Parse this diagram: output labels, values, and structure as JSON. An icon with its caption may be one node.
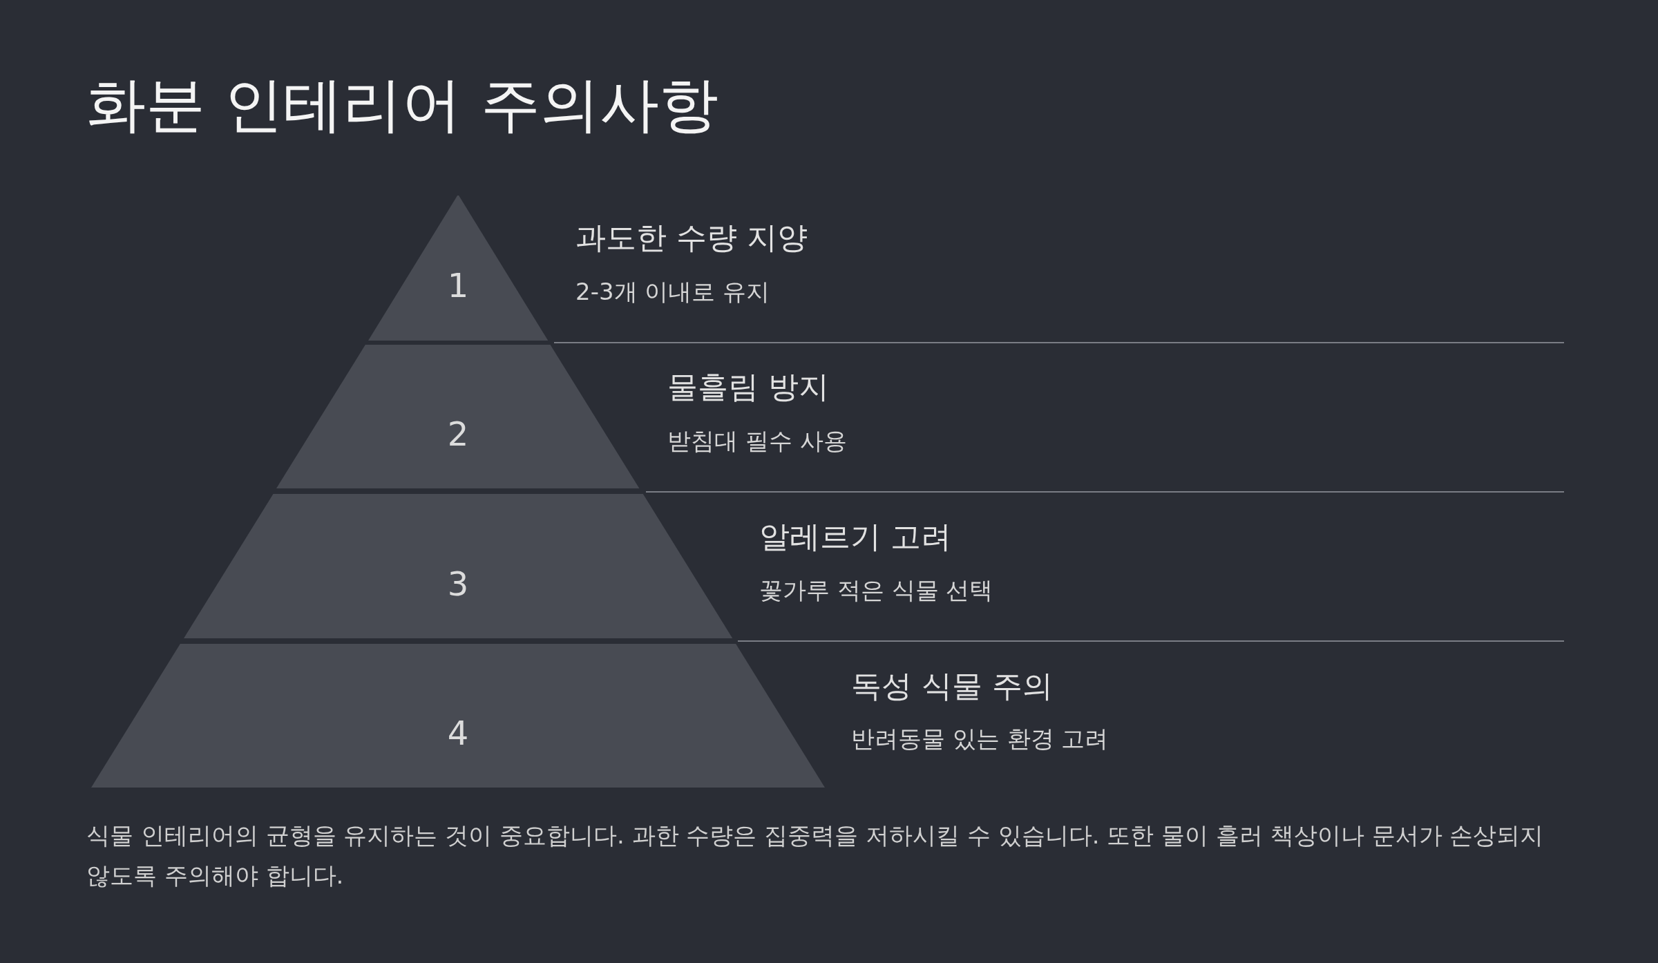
{
  "diagram": {
    "title": "화분 인테리어 주의사항",
    "nodes": [
      {
        "text": [
          "1"
        ],
        "beside": [
          "과도한 수량 지양",
          "2-3개 이내로 유지"
        ]
      },
      {
        "text": [
          "2"
        ],
        "beside": [
          "물흘림 방지",
          "받침대 필수 사용"
        ]
      },
      {
        "text": [
          "3"
        ],
        "beside": [
          "알레르기 고려",
          "꽃가루 적은 식물 선택"
        ]
      },
      {
        "text": [
          "4"
        ],
        "beside": [
          "독성 식물 주의",
          "반려동물 있는 환경 고려"
        ]
      }
    ],
    "caption": "식물 인테리어의 균형을 유지하는 것이 중요합니다. 과한 수량은 집중력을 저하시킬 수 있습니다. 또한 물이 흘러 책상이나 문서가 손상되지 않도록 주의해야 합니다."
  }
}
